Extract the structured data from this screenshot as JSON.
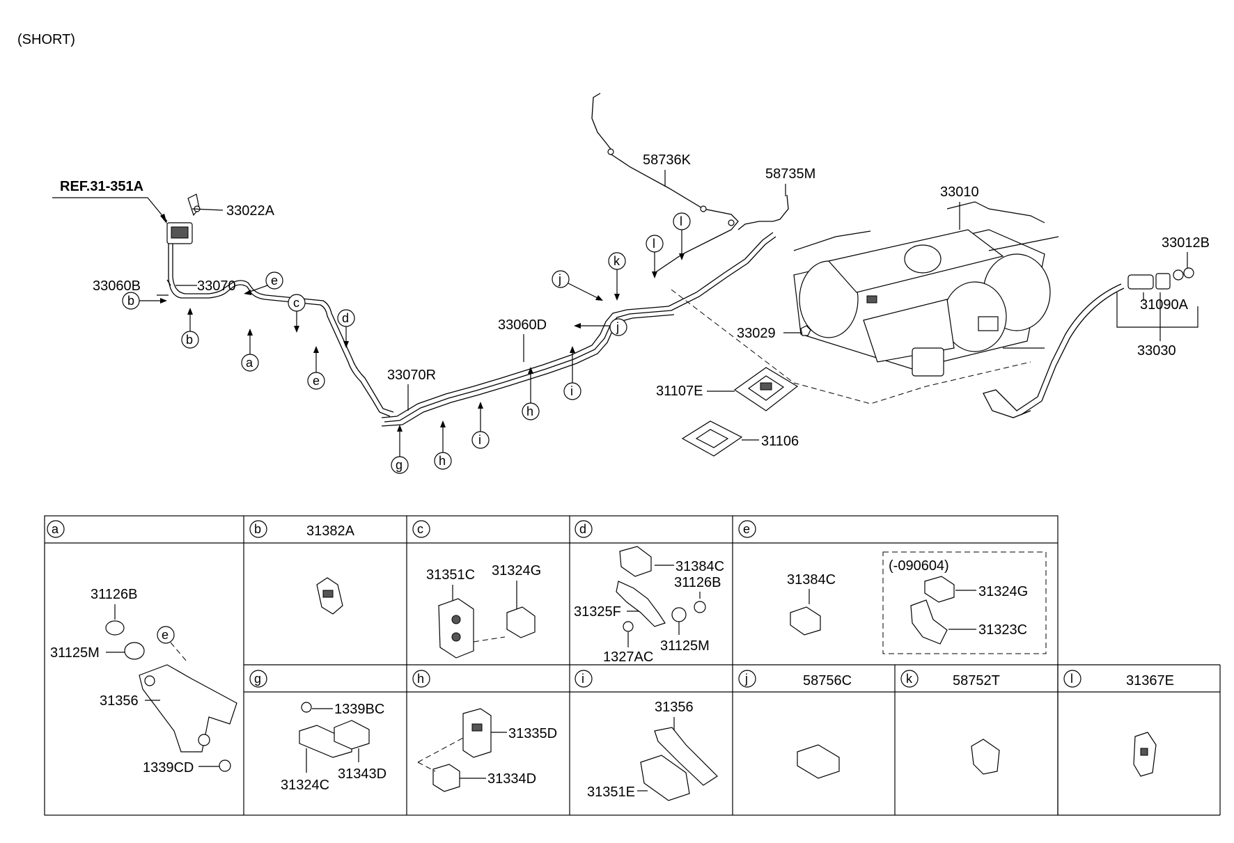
{
  "header": {
    "variant": "(SHORT)"
  },
  "ref_label": "REF.31-351A",
  "main_labels": {
    "p33022A": "33022A",
    "p33060B": "33060B",
    "p33070": "33070",
    "p33060D": "33060D",
    "p33070R": "33070R",
    "p58736K": "58736K",
    "p58735M": "58735M",
    "p33010": "33010",
    "p33029": "33029",
    "p33012B": "33012B",
    "p31090A": "31090A",
    "p33030": "33030",
    "p31107E": "31107E",
    "p31106": "31106"
  },
  "callouts": {
    "a": "a",
    "b": "b",
    "c": "c",
    "d": "d",
    "e": "e",
    "g": "g",
    "h": "h",
    "i": "i",
    "j": "j",
    "k": "k",
    "l": "l"
  },
  "detail_boxes": {
    "a": {
      "letter": "a",
      "parts": [
        "31126B",
        "31125M",
        "31356",
        "1339CD"
      ],
      "callout": "e"
    },
    "b": {
      "letter": "b",
      "title": "31382A"
    },
    "c": {
      "letter": "c",
      "parts": [
        "31351C",
        "31324G"
      ]
    },
    "d": {
      "letter": "d",
      "parts": [
        "31384C",
        "31126B",
        "31325F",
        "1327AC",
        "31125M"
      ]
    },
    "e": {
      "letter": "e",
      "parts": [
        "31384C",
        "31324G",
        "31323C"
      ],
      "note": "(-090604)"
    },
    "g": {
      "letter": "g",
      "parts": [
        "1339BC",
        "31324C",
        "31343D"
      ]
    },
    "h": {
      "letter": "h",
      "parts": [
        "31335D",
        "31334D"
      ]
    },
    "i": {
      "letter": "i",
      "parts": [
        "31356",
        "31351E"
      ]
    },
    "j": {
      "letter": "j",
      "title": "58756C"
    },
    "k": {
      "letter": "k",
      "title": "58752T"
    },
    "l": {
      "letter": "l",
      "title": "31367E"
    }
  }
}
